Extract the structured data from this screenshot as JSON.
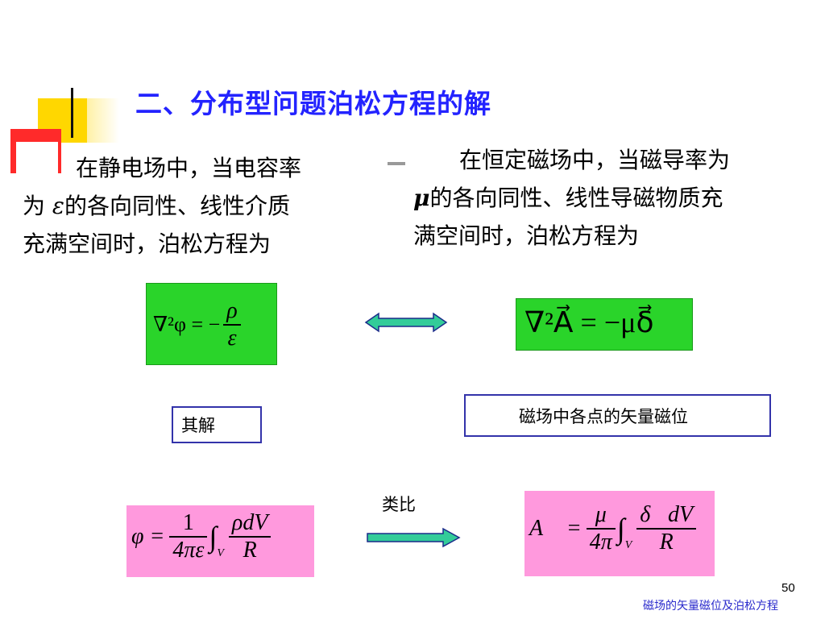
{
  "slide": {
    "title": "二、分布型问题泊松方程的解",
    "left_paragraph": {
      "line1": "在静电场中，当电容率",
      "line2_prefix": "为",
      "line2_symbol": "ε",
      "line2_suffix": "的各向同性、线性介质",
      "line3": "充满空间时，泊松方程为"
    },
    "right_paragraph": {
      "line1": "在恒定磁场中，当磁导率为",
      "line2_symbol": "μ",
      "line2_suffix": "的各向同性、线性导磁物质充",
      "line3": "满空间时，泊松方程为"
    },
    "equations": {
      "electric_poisson": {
        "lhs": "∇²φ = −",
        "num": "ρ",
        "den": "ε"
      },
      "magnetic_poisson": "∇²A⃗ = −μδ⃗",
      "electric_solution": {
        "lhs": "φ =",
        "coef_num": "1",
        "coef_den": "4πε",
        "integral": "∫",
        "sub": "V",
        "int_num": "ρdV",
        "int_den": "R"
      },
      "magnetic_solution": {
        "lhs": "A⃗ =",
        "coef_num": "μ",
        "coef_den": "4π",
        "integral": "∫",
        "sub": "V",
        "int_num": "δ⃗dV",
        "int_den": "R"
      }
    },
    "labels": {
      "solution": "其解",
      "vector_potential": "磁场中各点的矢量磁位",
      "analogy": "类比"
    },
    "footer": {
      "page_number": "50",
      "title": "磁场的矢量磁位及泊松方程"
    }
  },
  "colors": {
    "title": "#2323ff",
    "green_box": "#2ad42a",
    "pink_box": "#ff99dd",
    "arrow_fill": "#33cc99"
  }
}
